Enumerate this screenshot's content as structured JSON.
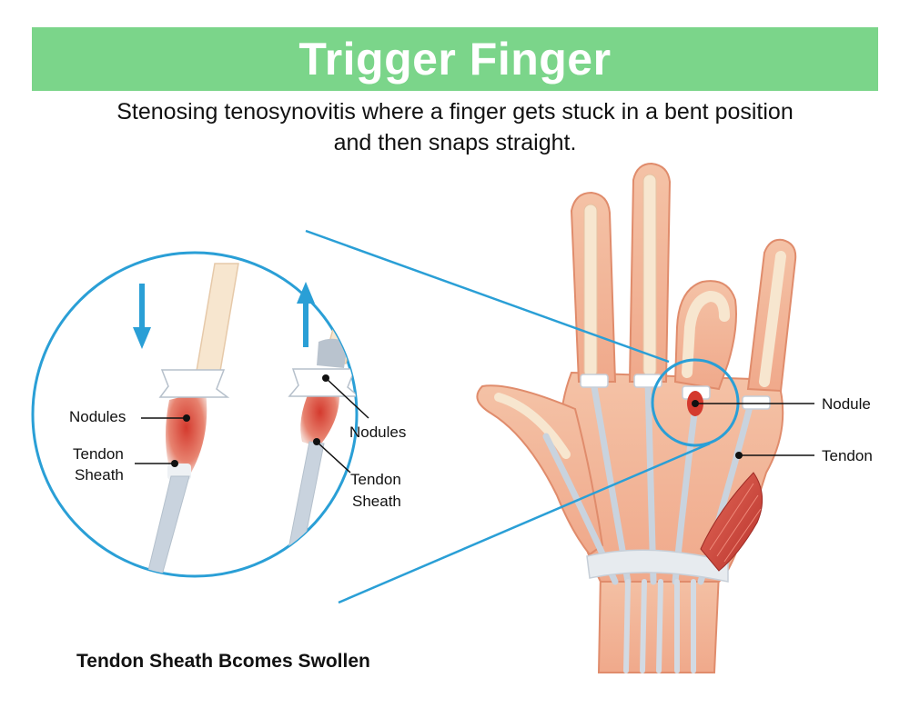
{
  "title": "Trigger Finger",
  "subtitle": {
    "line1": "Stenosing tenosynovitis where a finger gets stuck in a bent position",
    "line2": "and then snaps straight."
  },
  "zoom_labels": {
    "left_nodules": "Nodules",
    "left_sheath_line1": "Tendon",
    "left_sheath_line2": "Sheath",
    "right_nodules": "Nodules",
    "right_sheath_line1": "Tendon",
    "right_sheath_line2": "Sheath"
  },
  "hand_labels": {
    "nodule": "Nodule",
    "tendon": "Tendon"
  },
  "caption": "Tendon Sheath Bcomes Swollen",
  "colors": {
    "banner": "#7bd58a",
    "magnifier": "#2a9fd6",
    "arrow": "#2a9fd6",
    "skin": "#f3b99a",
    "skin_outline": "#e08c6c",
    "tendon": "#c9d3de",
    "inflamed": "#d9473a",
    "muscle": "#c9463d"
  }
}
